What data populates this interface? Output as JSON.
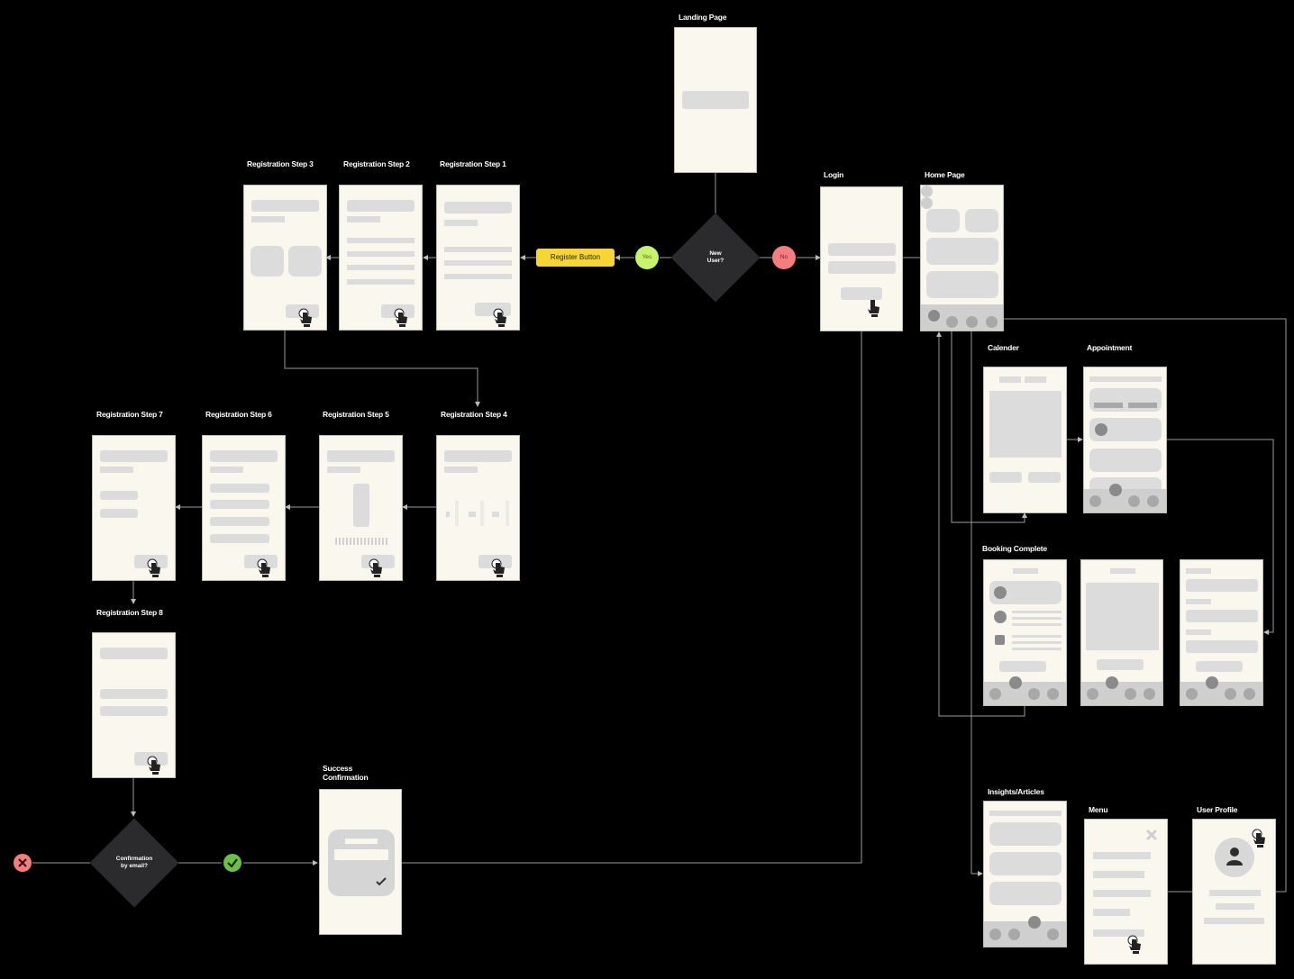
{
  "screens": {
    "landing": "Landing Page",
    "reg1": "Registration Step 1",
    "reg2": "Registration Step 2",
    "reg3": "Registration Step 3",
    "reg4": "Registration Step 4",
    "reg5": "Registration Step 5",
    "reg6": "Registration Step 6",
    "reg7": "Registration Step 7",
    "reg8": "Registration Step 8",
    "login": "Login",
    "home": "Home Page",
    "calendar": "Calender",
    "appointment": "Appointment",
    "booking": "Booking Complete",
    "success_l1": "Success",
    "success_l2": "Confirmation",
    "insights": "Insights/Articles",
    "menu": "Menu",
    "profile": "User Profile"
  },
  "decisions": {
    "new_user_l1": "New",
    "new_user_l2": "User?",
    "confirm_l1": "Confirmation",
    "confirm_l2": "by email?"
  },
  "labels": {
    "yes": "Yes",
    "no": "No",
    "register_button": "Register Button"
  },
  "colors": {
    "background": "#000000",
    "screen": "#faf7ee",
    "placeholder": "#dcdcdc",
    "decision": "#2b2b2e",
    "yes": "#c6f26e",
    "no": "#f47d7d",
    "register": "#f5d634",
    "success_icon": "#6cc04a",
    "fail_icon": "#f47d7d"
  }
}
